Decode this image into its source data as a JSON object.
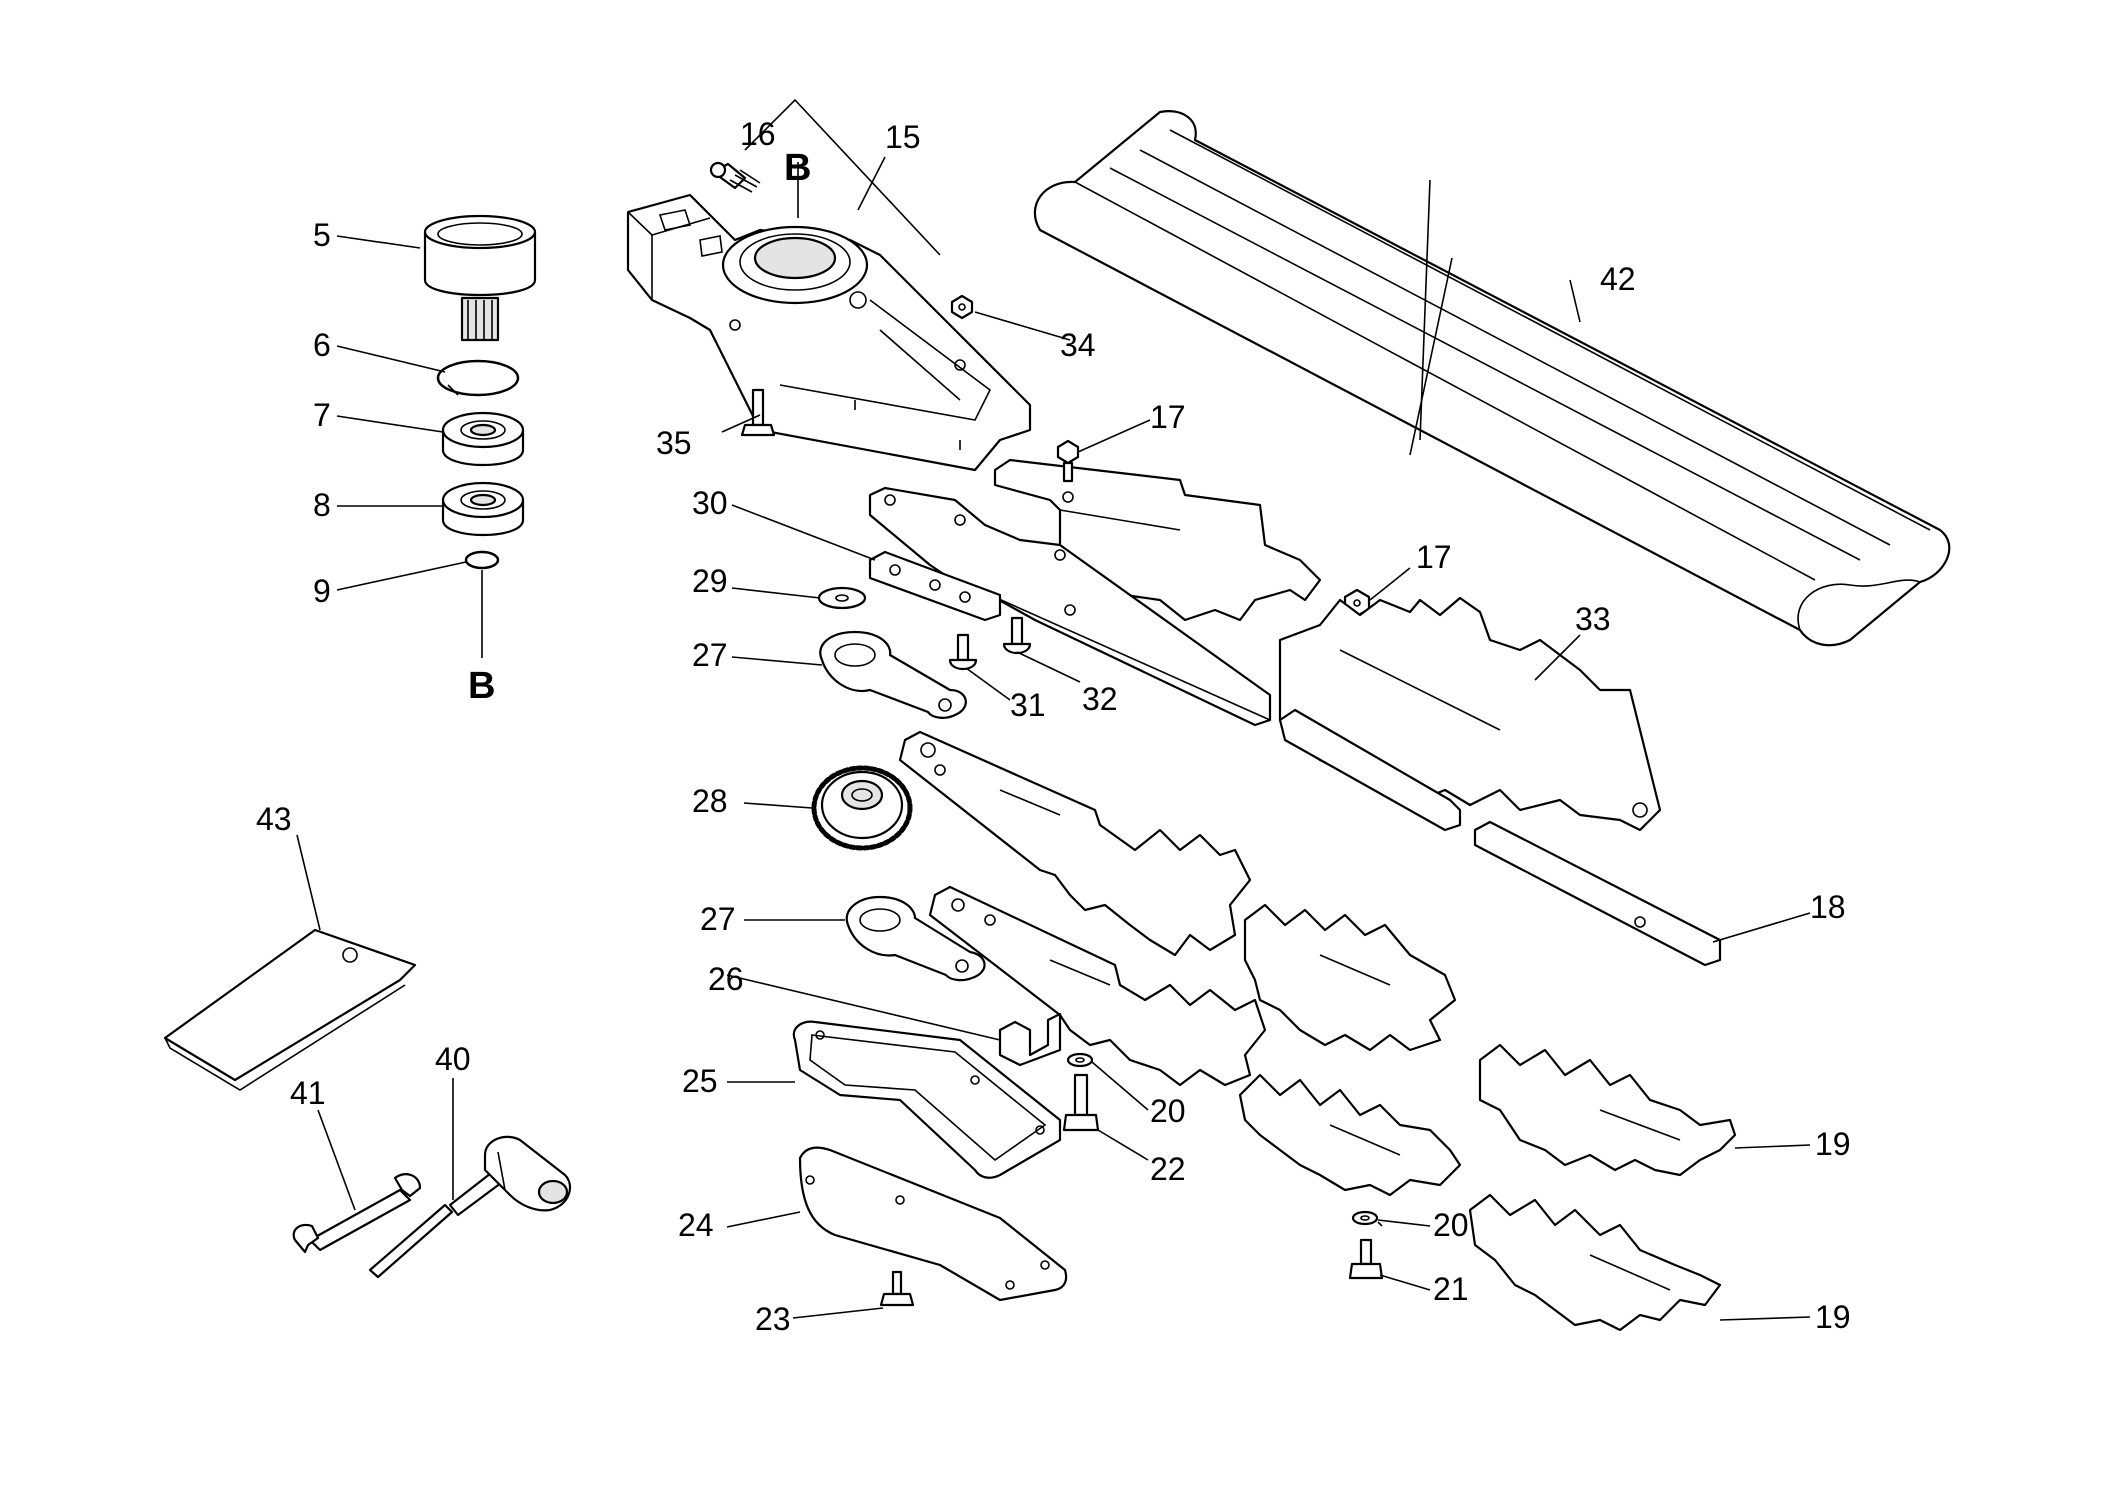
{
  "callouts": {
    "c5": "5",
    "c6": "6",
    "c7": "7",
    "c8": "8",
    "c9": "9",
    "c15": "15",
    "c16": "16",
    "c17a": "17",
    "c17b": "17",
    "c18": "18",
    "c19a": "19",
    "c19b": "19",
    "c20a": "20",
    "c20b": "20",
    "c21": "21",
    "c22": "22",
    "c23": "23",
    "c24": "24",
    "c25": "25",
    "c26": "26",
    "c27a": "27",
    "c27b": "27",
    "c28": "28",
    "c29": "29",
    "c30": "30",
    "c31": "31",
    "c32": "32",
    "c33": "33",
    "c34": "34",
    "c35": "35",
    "c40": "40",
    "c41": "41",
    "c42": "42",
    "c43": "43"
  },
  "markers": {
    "top": "B",
    "bottom": "B"
  }
}
